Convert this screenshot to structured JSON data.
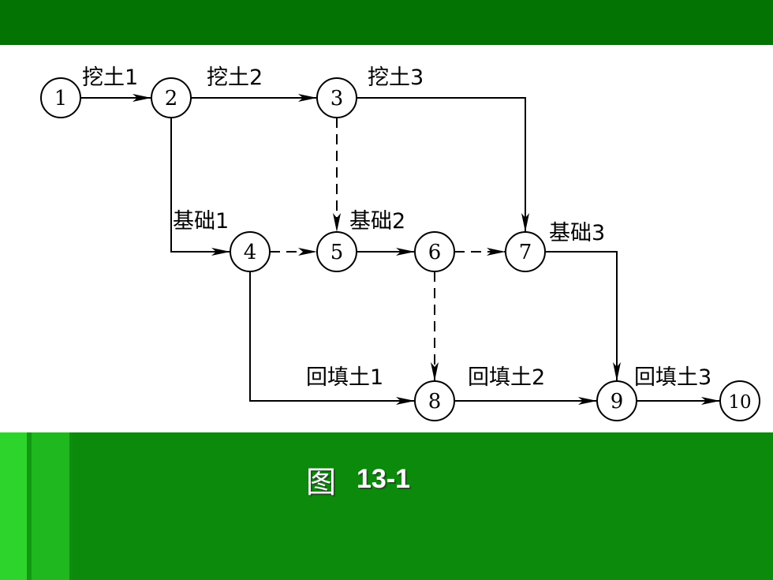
{
  "colors": {
    "top_bar": "#037403",
    "band": "#0b8a0b",
    "line": "#000000",
    "caption_text": "#ffffff"
  },
  "caption": {
    "char": "图",
    "number": "13-1"
  },
  "network": {
    "nodes": [
      {
        "id": 1,
        "label": "1"
      },
      {
        "id": 2,
        "label": "2"
      },
      {
        "id": 3,
        "label": "3"
      },
      {
        "id": 4,
        "label": "4"
      },
      {
        "id": 5,
        "label": "5"
      },
      {
        "id": 6,
        "label": "6"
      },
      {
        "id": 7,
        "label": "7"
      },
      {
        "id": 8,
        "label": "8"
      },
      {
        "id": 9,
        "label": "9"
      },
      {
        "id": 10,
        "label": "10"
      }
    ],
    "activities": [
      {
        "from": 1,
        "to": 2,
        "label": "挖土1",
        "dummy": false
      },
      {
        "from": 2,
        "to": 3,
        "label": "挖土2",
        "dummy": false
      },
      {
        "from": 3,
        "to": 7,
        "label": "挖土3",
        "dummy": false
      },
      {
        "from": 2,
        "to": 4,
        "label": "基础1",
        "dummy": false
      },
      {
        "from": 5,
        "to": 6,
        "label": "基础2",
        "dummy": false
      },
      {
        "from": 7,
        "to": 9,
        "label": "基础3",
        "dummy": false
      },
      {
        "from": 4,
        "to": 8,
        "label": "回填土1",
        "dummy": false
      },
      {
        "from": 8,
        "to": 9,
        "label": "回填土2",
        "dummy": false
      },
      {
        "from": 9,
        "to": 10,
        "label": "回填土3",
        "dummy": false
      },
      {
        "from": 3,
        "to": 5,
        "label": "",
        "dummy": true
      },
      {
        "from": 4,
        "to": 5,
        "label": "",
        "dummy": true
      },
      {
        "from": 6,
        "to": 7,
        "label": "",
        "dummy": true
      },
      {
        "from": 6,
        "to": 8,
        "label": "",
        "dummy": true
      }
    ]
  }
}
